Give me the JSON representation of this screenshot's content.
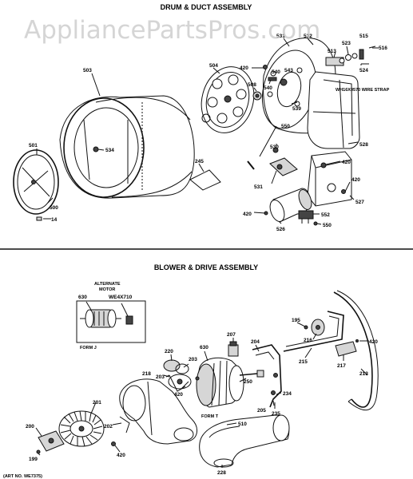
{
  "watermark": "AppliancePartsPros.com",
  "sections": {
    "drum_duct": {
      "title": "DRUM & DUCT ASSEMBLY"
    },
    "blower_drive": {
      "title": "BLOWER & DRIVE ASSEMBLY"
    }
  },
  "notes": {
    "wire_strap": "WH16X0570 WIRE STRAP",
    "alternate_motor": [
      "ALTERNATE",
      "MOTOR"
    ],
    "motor_part": "WE4X710",
    "form_j": "FORM J",
    "form_t": "FORM T",
    "art_no": "(ART NO. WE7375)"
  },
  "part_labels": {
    "p501": "501",
    "p500": "500",
    "p14": "14",
    "p503": "503",
    "p534": "534",
    "p504": "504",
    "p245": "245",
    "p420a": "420",
    "p508": "508",
    "p540": "540",
    "p543": "543",
    "p531a": "531",
    "p532": "532",
    "p513": "513",
    "p523": "523",
    "p515": "515",
    "p516": "516",
    "p524": "524",
    "p539": "539",
    "p550a": "550",
    "p530": "530",
    "p531b": "531",
    "p528": "528",
    "p420b": "420",
    "p420c": "420",
    "p527": "527",
    "p420d": "420",
    "p526": "526",
    "p552": "552",
    "p550b": "550",
    "p630a": "630",
    "p195": "195",
    "p216": "216",
    "p420e": "420",
    "p215": "215",
    "p217": "217",
    "p213": "213",
    "p207": "207",
    "p630b": "630",
    "p204": "204",
    "p220": "220",
    "p203a": "203",
    "p218": "218",
    "p203b": "203",
    "p420f": "420",
    "p250": "250",
    "p234": "234",
    "p205": "205",
    "p235": "235",
    "p201": "201",
    "p202": "202",
    "p510": "510",
    "p200": "200",
    "p420g": "420",
    "p199": "199",
    "p228": "228"
  }
}
